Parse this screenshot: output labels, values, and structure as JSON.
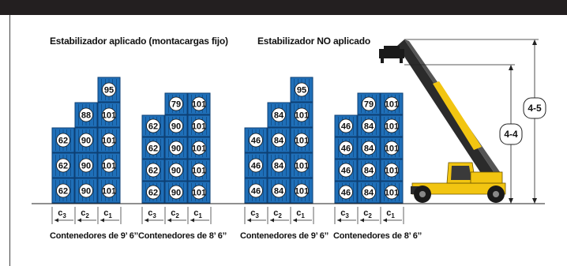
{
  "panels": [
    {
      "title": "Estabilizador aplicado (montacargas fijo)",
      "stacks": [
        {
          "caption": "Contenedores de 9’ 6’’",
          "rows": [
            [
              62,
              90,
              101
            ],
            [
              62,
              90,
              101
            ],
            [
              62,
              90,
              101
            ],
            [
              null,
              88,
              101
            ],
            [
              null,
              null,
              95
            ]
          ]
        },
        {
          "caption": "Contenedores de 8’ 6’’",
          "rows": [
            [
              62,
              90,
              101
            ],
            [
              62,
              90,
              101
            ],
            [
              62,
              90,
              101
            ],
            [
              62,
              90,
              101
            ],
            [
              null,
              79,
              101
            ]
          ]
        }
      ]
    },
    {
      "title": "Estabilizador NO aplicado",
      "stacks": [
        {
          "caption": "Contenedores de 9’ 6’’",
          "rows": [
            [
              46,
              84,
              101
            ],
            [
              46,
              84,
              101
            ],
            [
              46,
              84,
              101
            ],
            [
              null,
              84,
              101
            ],
            [
              null,
              null,
              95
            ]
          ]
        },
        {
          "caption": "Contenedores de 8’ 6’’",
          "rows": [
            [
              46,
              84,
              101
            ],
            [
              46,
              84,
              101
            ],
            [
              46,
              84,
              101
            ],
            [
              46,
              84,
              101
            ],
            [
              null,
              79,
              101
            ]
          ]
        }
      ]
    }
  ],
  "row_labels": [
    "c",
    "c",
    "c"
  ],
  "row_subscripts": [
    "3",
    "2",
    "1"
  ],
  "heights": [
    "4-5",
    "4-4"
  ],
  "colors": {
    "container": "#1f6fb8",
    "container_line": "#0d3f73",
    "bar": "#231f20",
    "truck": "#f2c511"
  }
}
